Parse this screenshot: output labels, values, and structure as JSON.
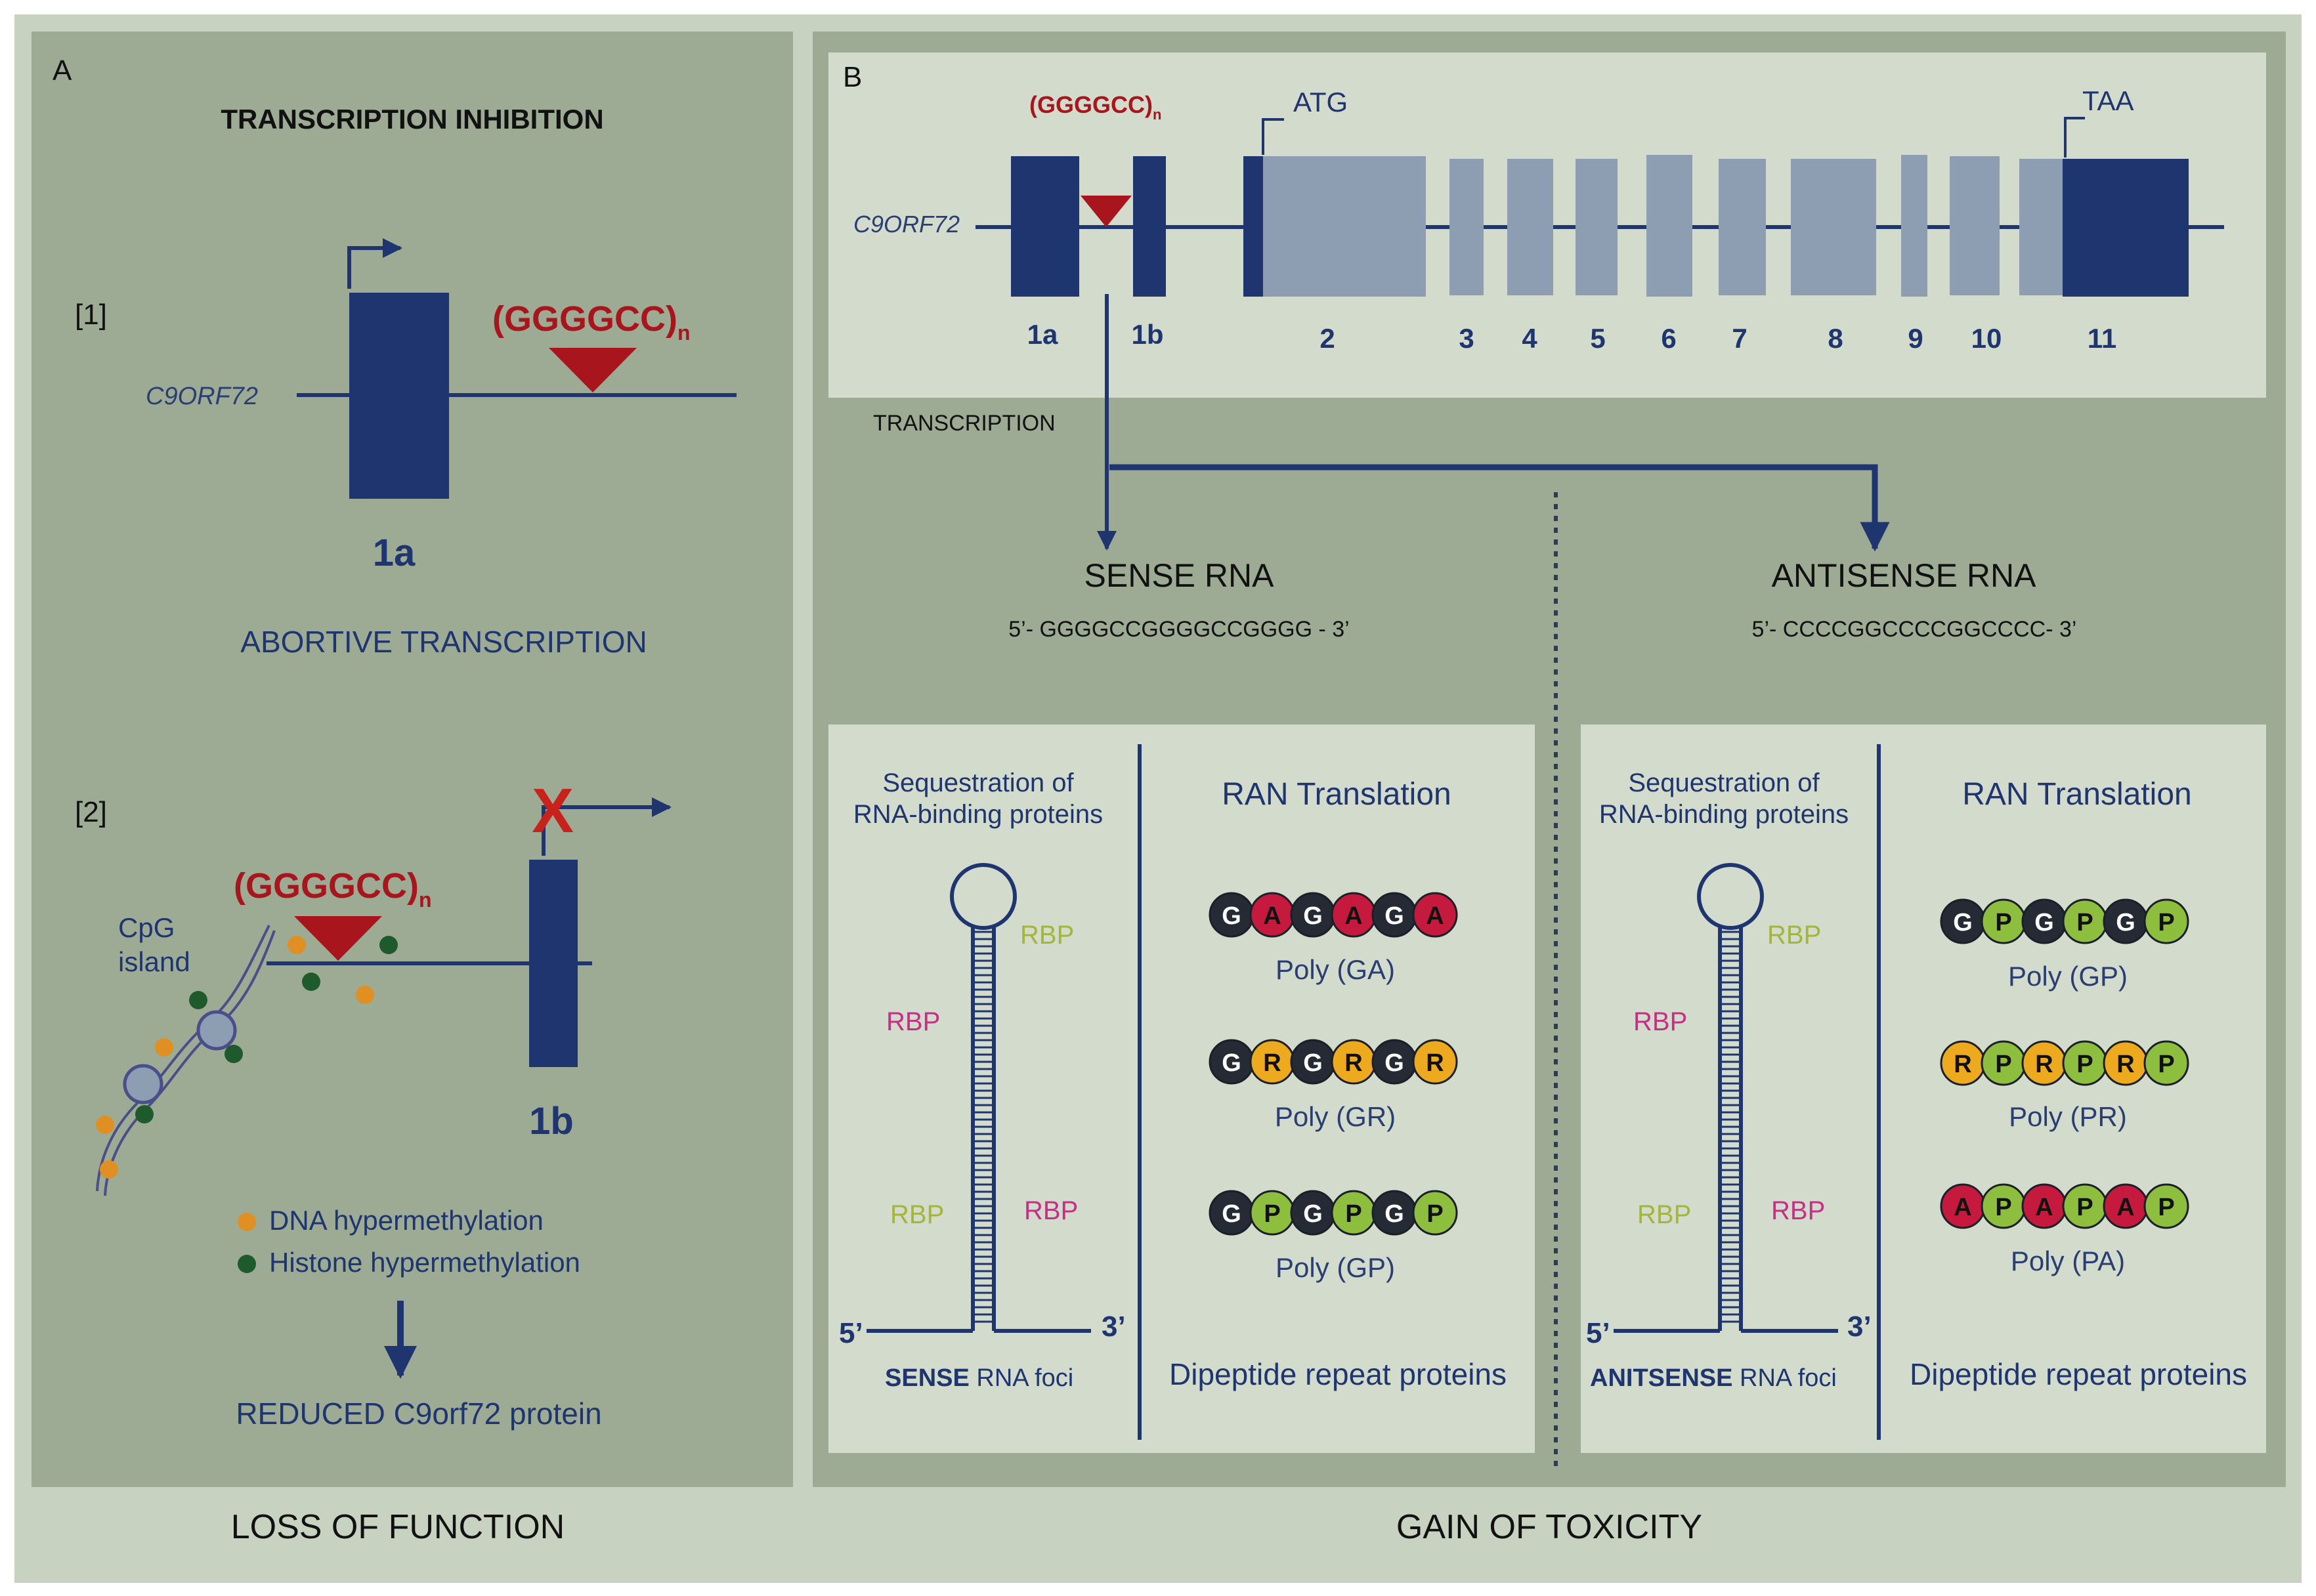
{
  "colors": {
    "outer_bg": "#c8d2c0",
    "panel_bg": "#9dab94",
    "light_box": "#d3dbcc",
    "navy": "#1f3570",
    "exon_light": "#8d9db2",
    "red": "#a8151c",
    "magenta": "#c52f86",
    "olive": "#a3b53a",
    "orange_dot": "#e09022",
    "green_dot": "#1e5a2b",
    "bead_dark": "#252b35",
    "bead_red": "#c51a3d",
    "bead_orange": "#eeaa1f",
    "bead_green": "#8dbe3d",
    "text_dark": "#111111",
    "text_blue": "#2a3e74"
  },
  "panel_a": {
    "letter": "A",
    "title": "TRANSCRIPTION INHIBITION",
    "m1": {
      "label": "[1]",
      "gene": "C9ORF72",
      "repeat": "(GGGGCC)",
      "repeat_sub": "n",
      "exon": "1a",
      "caption": "ABORTIVE TRANSCRIPTION"
    },
    "m2": {
      "label": "[2]",
      "repeat": "(GGGGCC)",
      "repeat_sub": "n",
      "cpg_line1": "CpG",
      "cpg_line2": "island",
      "exon": "1b",
      "blocked_mark": "X",
      "legend_dna": "DNA hypermethylation",
      "legend_histone": "Histone hypermethylation",
      "result": "REDUCED C9orf72 protein"
    },
    "footer": "LOSS OF FUNCTION"
  },
  "panel_b": {
    "letter": "B",
    "gene": "C9ORF72",
    "repeat": "(GGGGCC)",
    "repeat_sub": "n",
    "atg": "ATG",
    "taa": "TAA",
    "exons": [
      "1a",
      "1b",
      "2",
      "3",
      "4",
      "5",
      "6",
      "7",
      "8",
      "9",
      "10",
      "11"
    ],
    "transcription": "TRANSCRIPTION",
    "sense_title": "SENSE RNA",
    "sense_seq": "5’- GGGGCCGGGGCCGGGG - 3’",
    "antisense_title": "ANTISENSE RNA",
    "antisense_seq": "5’- CCCCGGCCCCGGCCCC- 3’",
    "footer": "GAIN OF TOXICITY",
    "sense_box": {
      "seq_line1": "Sequestration of",
      "seq_line2": "RNA-binding proteins",
      "rbp": "RBP",
      "five": "5’",
      "three": "3’",
      "foci_bold": "SENSE",
      "foci_rest": " RNA foci",
      "ran_title": "RAN Translation",
      "dipeptide": "Dipeptide repeat proteins",
      "polys": [
        {
          "beads": [
            "G",
            "A",
            "G",
            "A",
            "G",
            "A"
          ],
          "label": "Poly (GA)"
        },
        {
          "beads": [
            "G",
            "R",
            "G",
            "R",
            "G",
            "R"
          ],
          "label": "Poly (GR)"
        },
        {
          "beads": [
            "G",
            "P",
            "G",
            "P",
            "G",
            "P"
          ],
          "label": "Poly (GP)"
        }
      ]
    },
    "antisense_box": {
      "seq_line1": "Sequestration of",
      "seq_line2": "RNA-binding proteins",
      "rbp": "RBP",
      "five": "5’",
      "three": "3’",
      "foci_bold": "ANITSENSE",
      "foci_rest": " RNA foci",
      "ran_title": "RAN Translation",
      "dipeptide": "Dipeptide repeat proteins",
      "polys": [
        {
          "beads": [
            "G",
            "P",
            "G",
            "P",
            "G",
            "P"
          ],
          "label": "Poly (GP)"
        },
        {
          "beads": [
            "R",
            "P",
            "R",
            "P",
            "R",
            "P"
          ],
          "label": "Poly (PR)"
        },
        {
          "beads": [
            "A",
            "P",
            "A",
            "P",
            "A",
            "P"
          ],
          "label": "Poly (PA)"
        }
      ]
    }
  }
}
